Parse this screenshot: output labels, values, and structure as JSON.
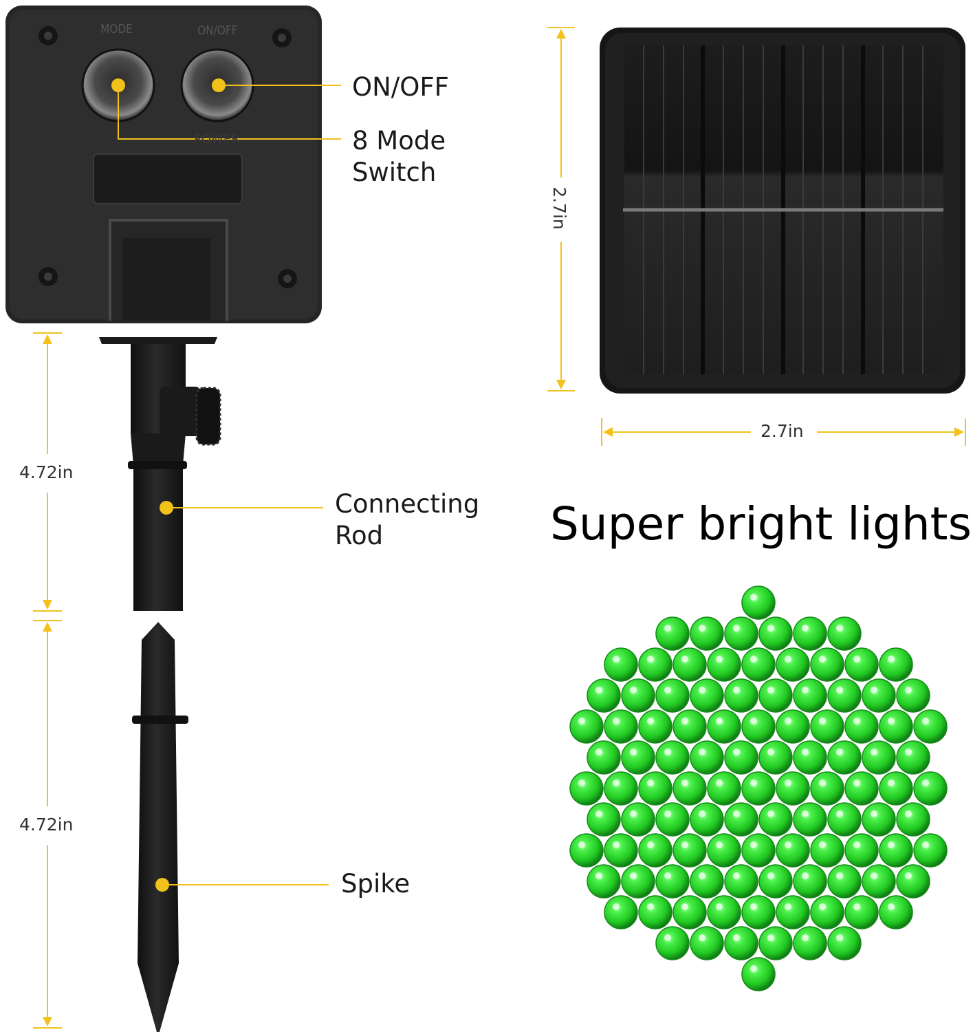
{
  "callouts": {
    "on_off": "ON/OFF",
    "mode_switch_line1": "8 Mode",
    "mode_switch_line2": "Switch",
    "connecting_rod_line1": "Connecting",
    "connecting_rod_line2": "Rod",
    "spike": "Spike"
  },
  "control_box": {
    "mode_button_label": "MODE",
    "onoff_button_label": "ON/OFF",
    "power_label": "POWER"
  },
  "dimensions": {
    "rod_length": "4.72in",
    "spike_length": "4.72in",
    "panel_height": "2.7in",
    "panel_width": "2.7in"
  },
  "headline": "Super bright lights",
  "colors": {
    "accent_yellow": "#f2c21b",
    "led_green": "#2fdc2f",
    "device_black": "#1c1c1c"
  }
}
